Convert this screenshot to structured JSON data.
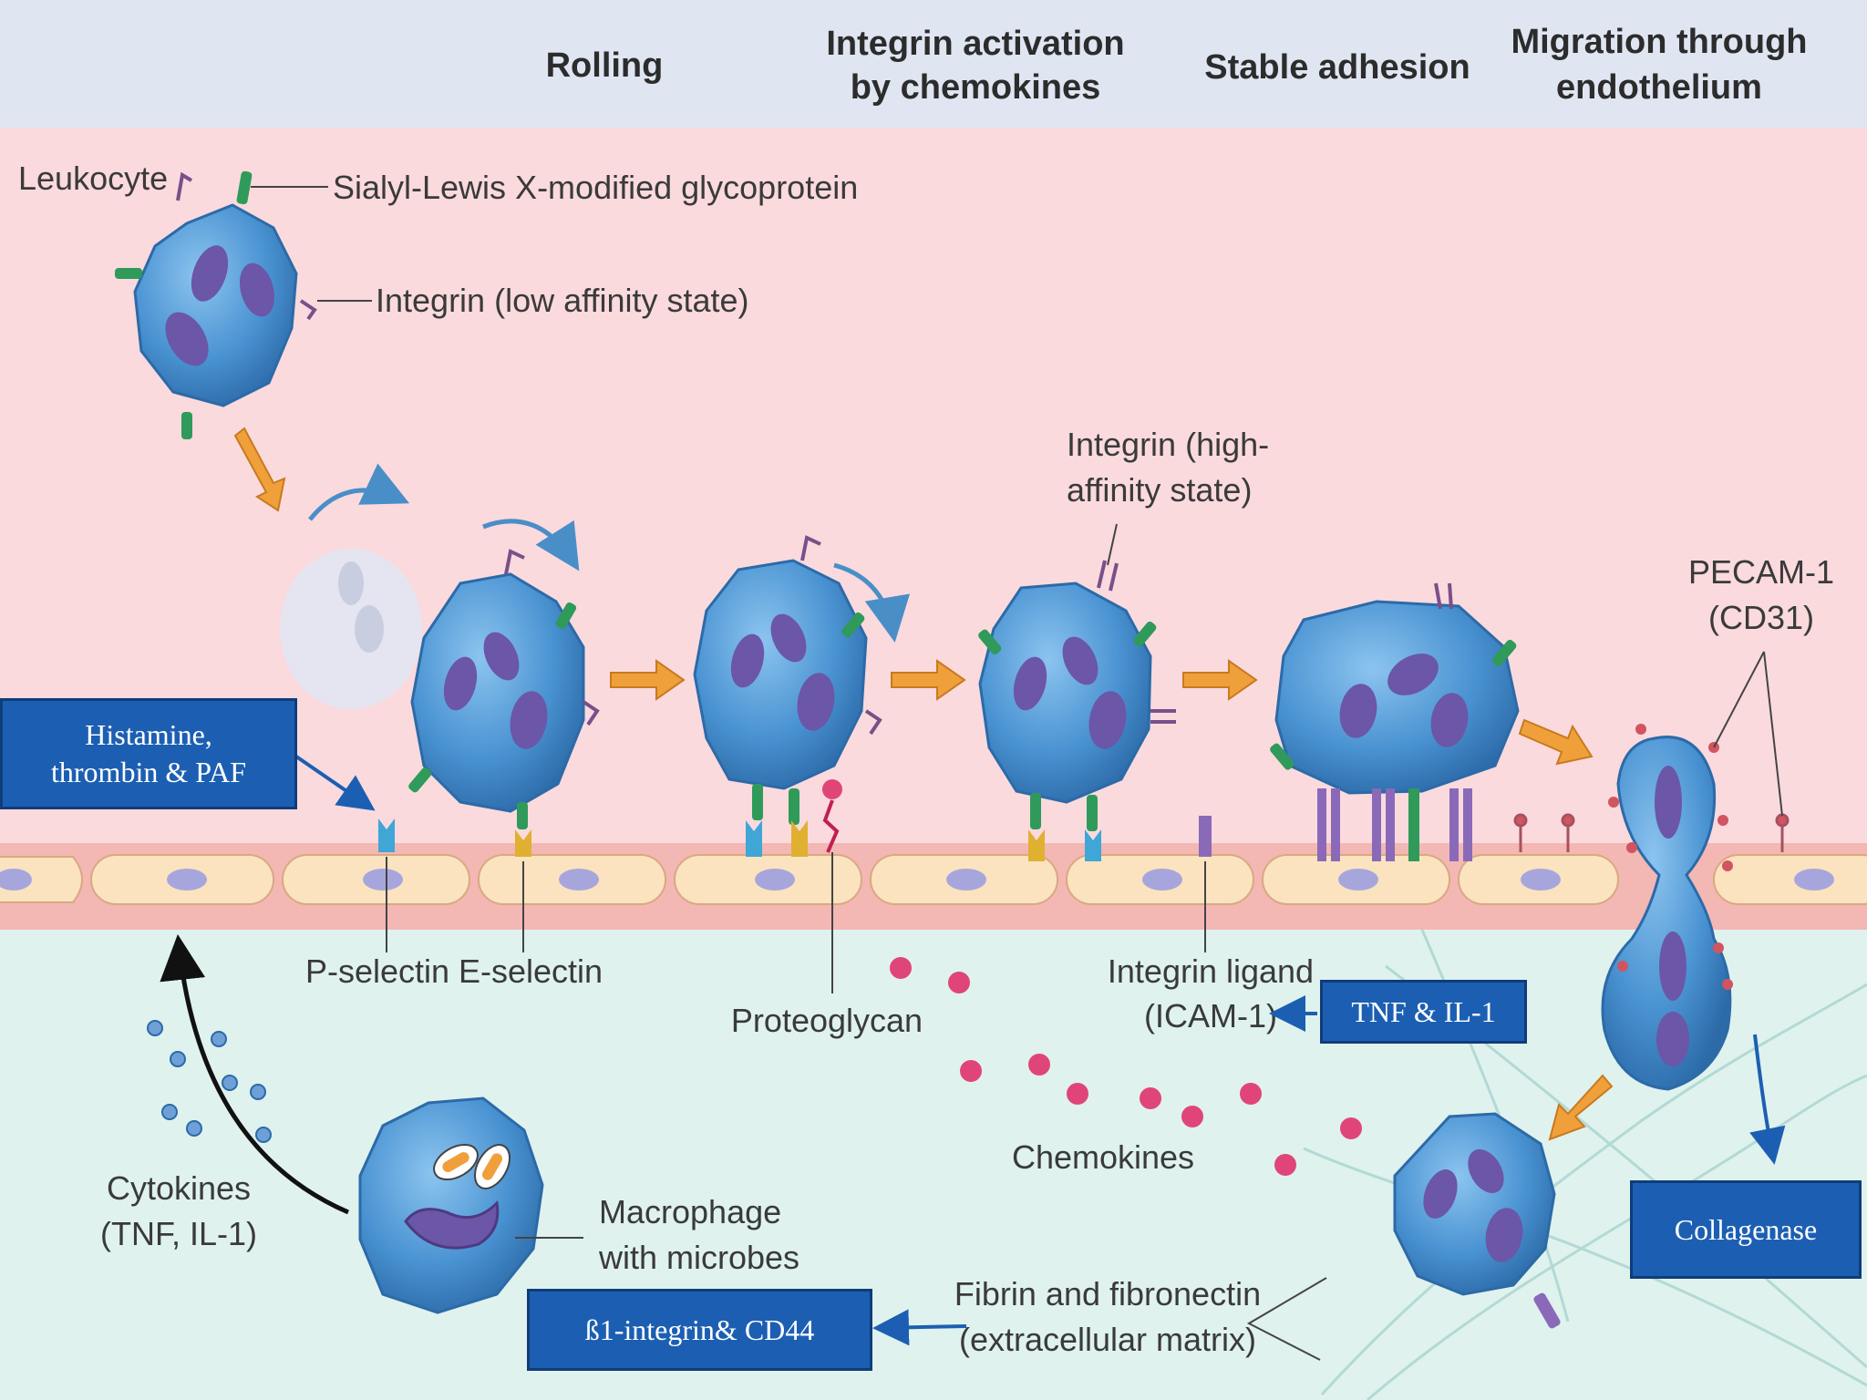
{
  "stages": [
    "Rolling",
    "Integrin activation",
    "by chemokines",
    "Stable adhesion",
    "Migration through",
    "endothelium"
  ],
  "labels": {
    "leukocyte": "Leukocyte",
    "sialyl": "Sialyl-Lewis X-modified glycoprotein",
    "integrin_low": "Integrin (low affinity state)",
    "integrin_high_1": "Integrin (high-",
    "integrin_high_2": "affinity state)",
    "pecam_1": "PECAM-1",
    "pecam_2": "(CD31)",
    "p_selectin": "P-selectin",
    "e_selectin": "E-selectin",
    "proteoglycan": "Proteoglycan",
    "integrin_ligand_1": "Integrin ligand",
    "integrin_ligand_2": "(ICAM-1)",
    "chemokines": "Chemokines",
    "cytokines_1": "Cytokines",
    "cytokines_2": "(TNF, IL-1)",
    "macrophage_1": "Macrophage",
    "macrophage_2": "with microbes",
    "fibrin_1": "Fibrin and fibronectin",
    "fibrin_2": "(extracellular matrix)"
  },
  "annotations": {
    "histamine_1": "Histamine,",
    "histamine_2": "thrombin & PAF",
    "tnf": "TNF & IL-1",
    "collagenase": "Collagenase",
    "beta_integrin": "ß1-integrin& CD44"
  },
  "colors": {
    "header_band": "#dfe6f2",
    "vessel_lumen": "#fadadd",
    "tissue": "#dff2ee",
    "endothelium": "#fbe3c0",
    "cell_body": "#4a93d2",
    "nucleus": "#6b56a8",
    "arrow_orange": "#f0a03a",
    "annotation_box": "#1c5fb2",
    "chemokine": "#e0457a"
  }
}
